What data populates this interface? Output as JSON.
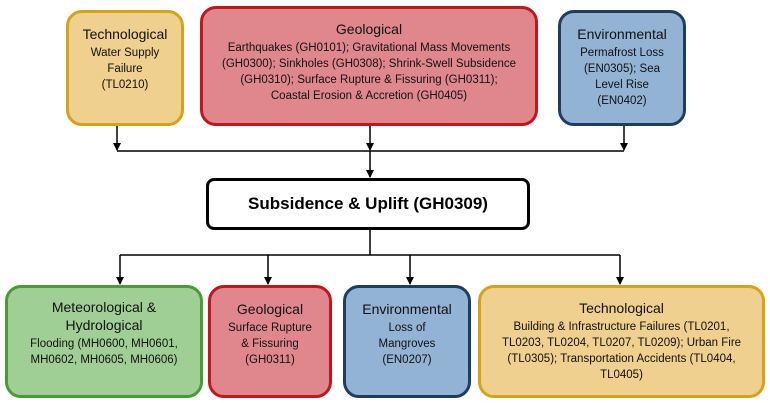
{
  "colors": {
    "technological_fill": "#efd08e",
    "technological_border": "#d6a21a",
    "geological_fill": "#e0878d",
    "geological_border": "#c0161c",
    "environmental_fill": "#93b3d4",
    "environmental_border": "#1f3c63",
    "meteorological_fill": "#a0cf95",
    "meteorological_border": "#4a9a3a"
  },
  "center": {
    "label": "Subsidence & Uplift (GH0309)"
  },
  "causes": [
    {
      "category": "Technological",
      "items": [
        "Water Supply",
        "Failure",
        "(TL0210)"
      ]
    },
    {
      "category": "Geological",
      "items": [
        "Earthquakes (GH0101); Gravitational Mass Movements",
        "(GH0300); Sinkholes (GH0308); Shrink-Swell Subsidence",
        "(GH0310); Surface Rupture & Fissuring (GH0311);",
        "Coastal Erosion & Accretion (GH0405)"
      ]
    },
    {
      "category": "Environmental",
      "items": [
        "Permafrost Loss",
        "(EN0305); Sea",
        "Level Rise",
        "(EN0402)"
      ]
    }
  ],
  "effects": [
    {
      "category": [
        "Meteorological &",
        "Hydrological"
      ],
      "items": [
        "Flooding (MH0600, MH0601,",
        "MH0602, MH0605, MH0606)"
      ]
    },
    {
      "category": "Geological",
      "items": [
        "Surface Rupture",
        "& Fissuring",
        "(GH0311)"
      ]
    },
    {
      "category": "Environmental",
      "items": [
        "Loss of",
        "Mangroves",
        "(EN0207)"
      ]
    },
    {
      "category": "Technological",
      "items": [
        "Building & Infrastructure Failures (TL0201,",
        "TL0203, TL0204, TL0207, TL0209); Urban Fire",
        "(TL0305); Transportation Accidents (TL0404,",
        "TL0405)"
      ]
    }
  ]
}
